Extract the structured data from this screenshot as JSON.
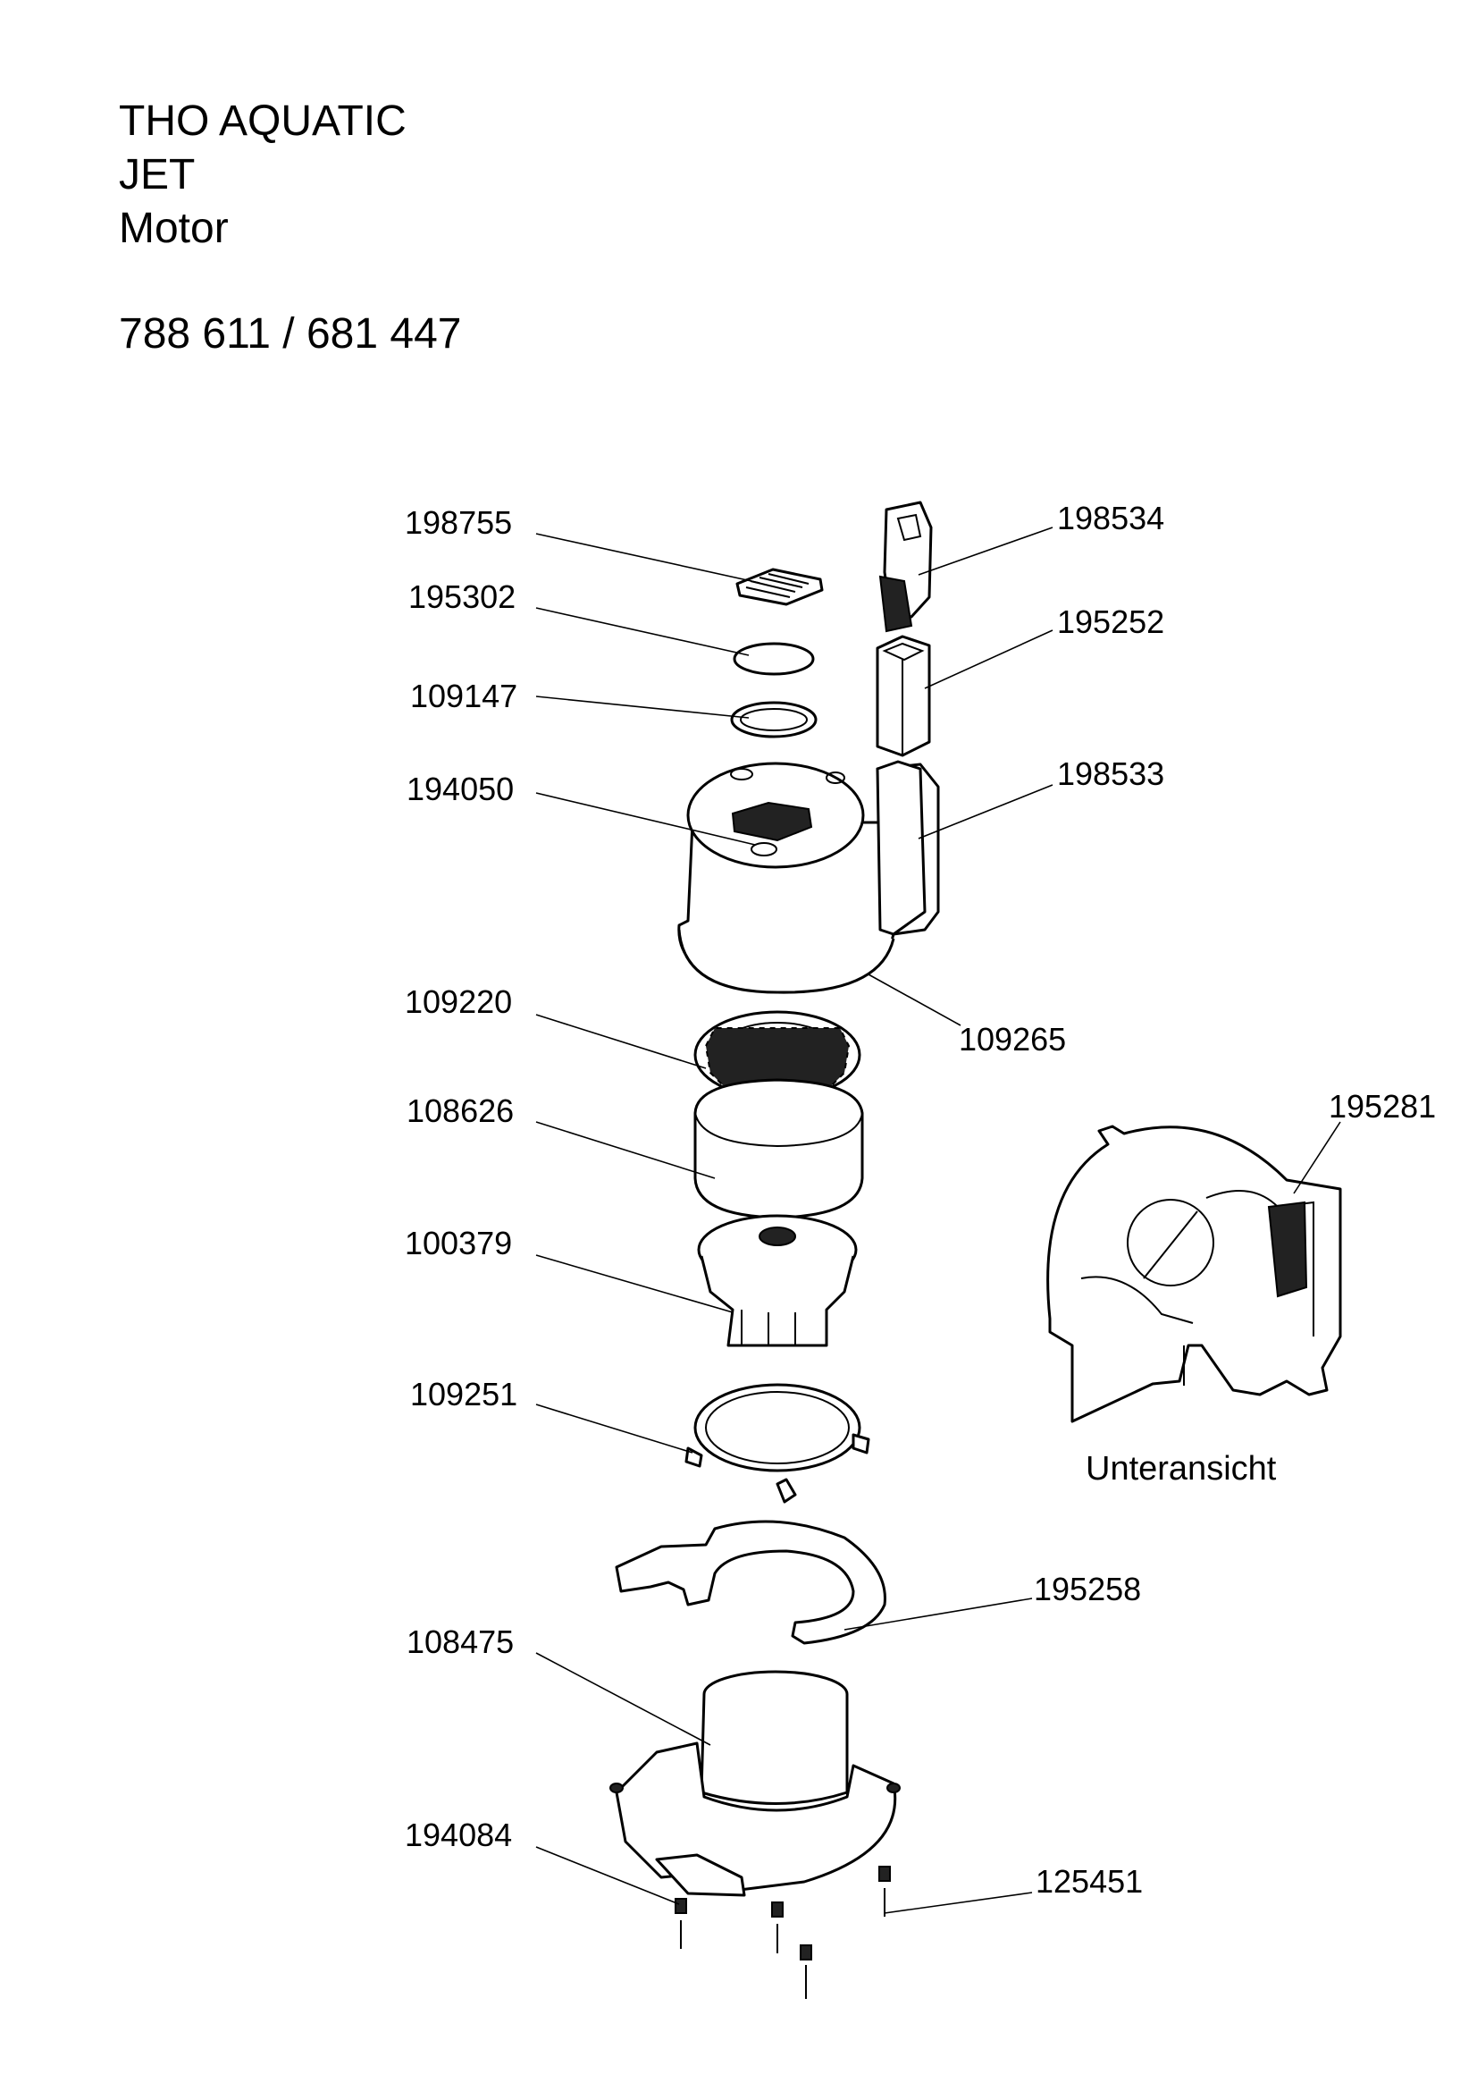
{
  "header": {
    "brand_line": "THO AQUATIC",
    "product_line": "JET",
    "assembly_line": "Motor",
    "article_numbers": "788 611 / 681 447"
  },
  "parts": [
    {
      "id": "198755"
    },
    {
      "id": "195302"
    },
    {
      "id": "109147"
    },
    {
      "id": "194050"
    },
    {
      "id": "198534"
    },
    {
      "id": "195252"
    },
    {
      "id": "198533"
    },
    {
      "id": "109265"
    },
    {
      "id": "109220"
    },
    {
      "id": "108626"
    },
    {
      "id": "100379"
    },
    {
      "id": "109251"
    },
    {
      "id": "195258"
    },
    {
      "id": "108475"
    },
    {
      "id": "194084"
    },
    {
      "id": "125451"
    },
    {
      "id": "195281"
    }
  ],
  "inset": {
    "caption": "Unteransicht"
  }
}
